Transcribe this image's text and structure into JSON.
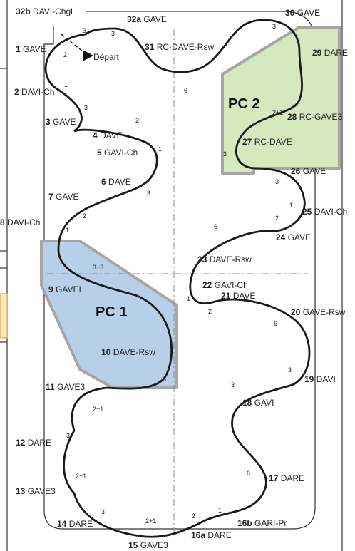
{
  "diagram": {
    "labels": [
      {
        "id": "32b",
        "num": "32b",
        "name": "DAVI-Chgl"
      },
      {
        "id": "32a",
        "num": "32a",
        "name": "GAVE"
      },
      {
        "id": "30",
        "num": "30",
        "name": "GAVE"
      },
      {
        "id": "1",
        "num": "1",
        "name": "GAVE"
      },
      {
        "id": "31",
        "num": "31",
        "name": "RC-DAVE-Rsw"
      },
      {
        "id": "29",
        "num": "29",
        "name": "DARE"
      },
      {
        "id": "2",
        "num": "2",
        "name": "DAVI-Ch"
      },
      {
        "id": "28",
        "num": "28",
        "name": "RC-GAVE3"
      },
      {
        "id": "3",
        "num": "3",
        "name": "GAVE"
      },
      {
        "id": "4",
        "num": "4",
        "name": "DAVE"
      },
      {
        "id": "5",
        "num": "5",
        "name": "GAVI-Ch"
      },
      {
        "id": "27",
        "num": "27",
        "name": "RC-DAVE"
      },
      {
        "id": "26",
        "num": "26",
        "name": "GAVE"
      },
      {
        "id": "6",
        "num": "6",
        "name": "DAVE"
      },
      {
        "id": "7",
        "num": "7",
        "name": "GAVE"
      },
      {
        "id": "25",
        "num": "25",
        "name": "DAVI-Ch"
      },
      {
        "id": "8",
        "num": "8",
        "name": "DAVI-Ch"
      },
      {
        "id": "24",
        "num": "24",
        "name": "GAVE"
      },
      {
        "id": "23",
        "num": "23",
        "name": "DAVE-Rsw"
      },
      {
        "id": "9",
        "num": "9",
        "name": "GAVEI"
      },
      {
        "id": "22",
        "num": "22",
        "name": "GAVI-Ch"
      },
      {
        "id": "21",
        "num": "21",
        "name": "DAVE"
      },
      {
        "id": "20",
        "num": "20",
        "name": "GAVE-Rsw"
      },
      {
        "id": "10",
        "num": "10",
        "name": "DAVE-Rsw"
      },
      {
        "id": "19",
        "num": "19",
        "name": "DAVI"
      },
      {
        "id": "11",
        "num": "11",
        "name": "GAVE3"
      },
      {
        "id": "18",
        "num": "18",
        "name": "GAVI"
      },
      {
        "id": "12",
        "num": "12",
        "name": "DARE"
      },
      {
        "id": "17",
        "num": "17",
        "name": "DARE"
      },
      {
        "id": "13",
        "num": "13",
        "name": "GAVE3"
      },
      {
        "id": "14",
        "num": "14",
        "name": "DARE"
      },
      {
        "id": "16b",
        "num": "16b",
        "name": "GARI-Pr"
      },
      {
        "id": "16a",
        "num": "16a",
        "name": "DARE"
      },
      {
        "id": "15",
        "num": "15",
        "name": "GAVE3"
      }
    ],
    "counts": [
      {
        "id": "c1",
        "text": "3"
      },
      {
        "id": "c2",
        "text": "3"
      },
      {
        "id": "c3",
        "text": "2"
      },
      {
        "id": "c4",
        "text": "1"
      },
      {
        "id": "c5",
        "text": "3"
      },
      {
        "id": "c6",
        "text": "2"
      },
      {
        "id": "c7",
        "text": "1"
      },
      {
        "id": "c8",
        "text": "3"
      },
      {
        "id": "c9",
        "text": "2"
      },
      {
        "id": "c10",
        "text": "1"
      },
      {
        "id": "c11",
        "text": "3+3"
      },
      {
        "id": "c12",
        "text": "6"
      },
      {
        "id": "c13",
        "text": "2+1"
      },
      {
        "id": "c14",
        "text": "3"
      },
      {
        "id": "c15",
        "text": "2+1"
      },
      {
        "id": "c16",
        "text": "3"
      },
      {
        "id": "c17",
        "text": "2+1"
      },
      {
        "id": "c18",
        "text": "2"
      },
      {
        "id": "c19",
        "text": "1"
      },
      {
        "id": "c20",
        "text": "6"
      },
      {
        "id": "c21",
        "text": "3"
      },
      {
        "id": "c22",
        "text": "3"
      },
      {
        "id": "c23",
        "text": "6"
      },
      {
        "id": "c24",
        "text": "2"
      },
      {
        "id": "c25",
        "text": "1"
      },
      {
        "id": "c26",
        "text": "6"
      },
      {
        "id": "c27",
        "text": "2"
      },
      {
        "id": "c28",
        "text": "1"
      },
      {
        "id": "c29",
        "text": "3"
      },
      {
        "id": "c30",
        "text": "3"
      },
      {
        "id": "c31",
        "text": "2+1"
      },
      {
        "id": "c32",
        "text": "3"
      },
      {
        "id": "c33",
        "text": "6"
      }
    ],
    "start_label": "Départ",
    "pc1_label": "PC 1",
    "pc2_label": "PC 2",
    "colors": {
      "track": "#1a1a1a",
      "pc1_fill": "#b8cfe8",
      "pc2_fill": "#d6e8bd",
      "zone_border": "#a6a6a6",
      "guide": "#8a8a8a"
    }
  }
}
